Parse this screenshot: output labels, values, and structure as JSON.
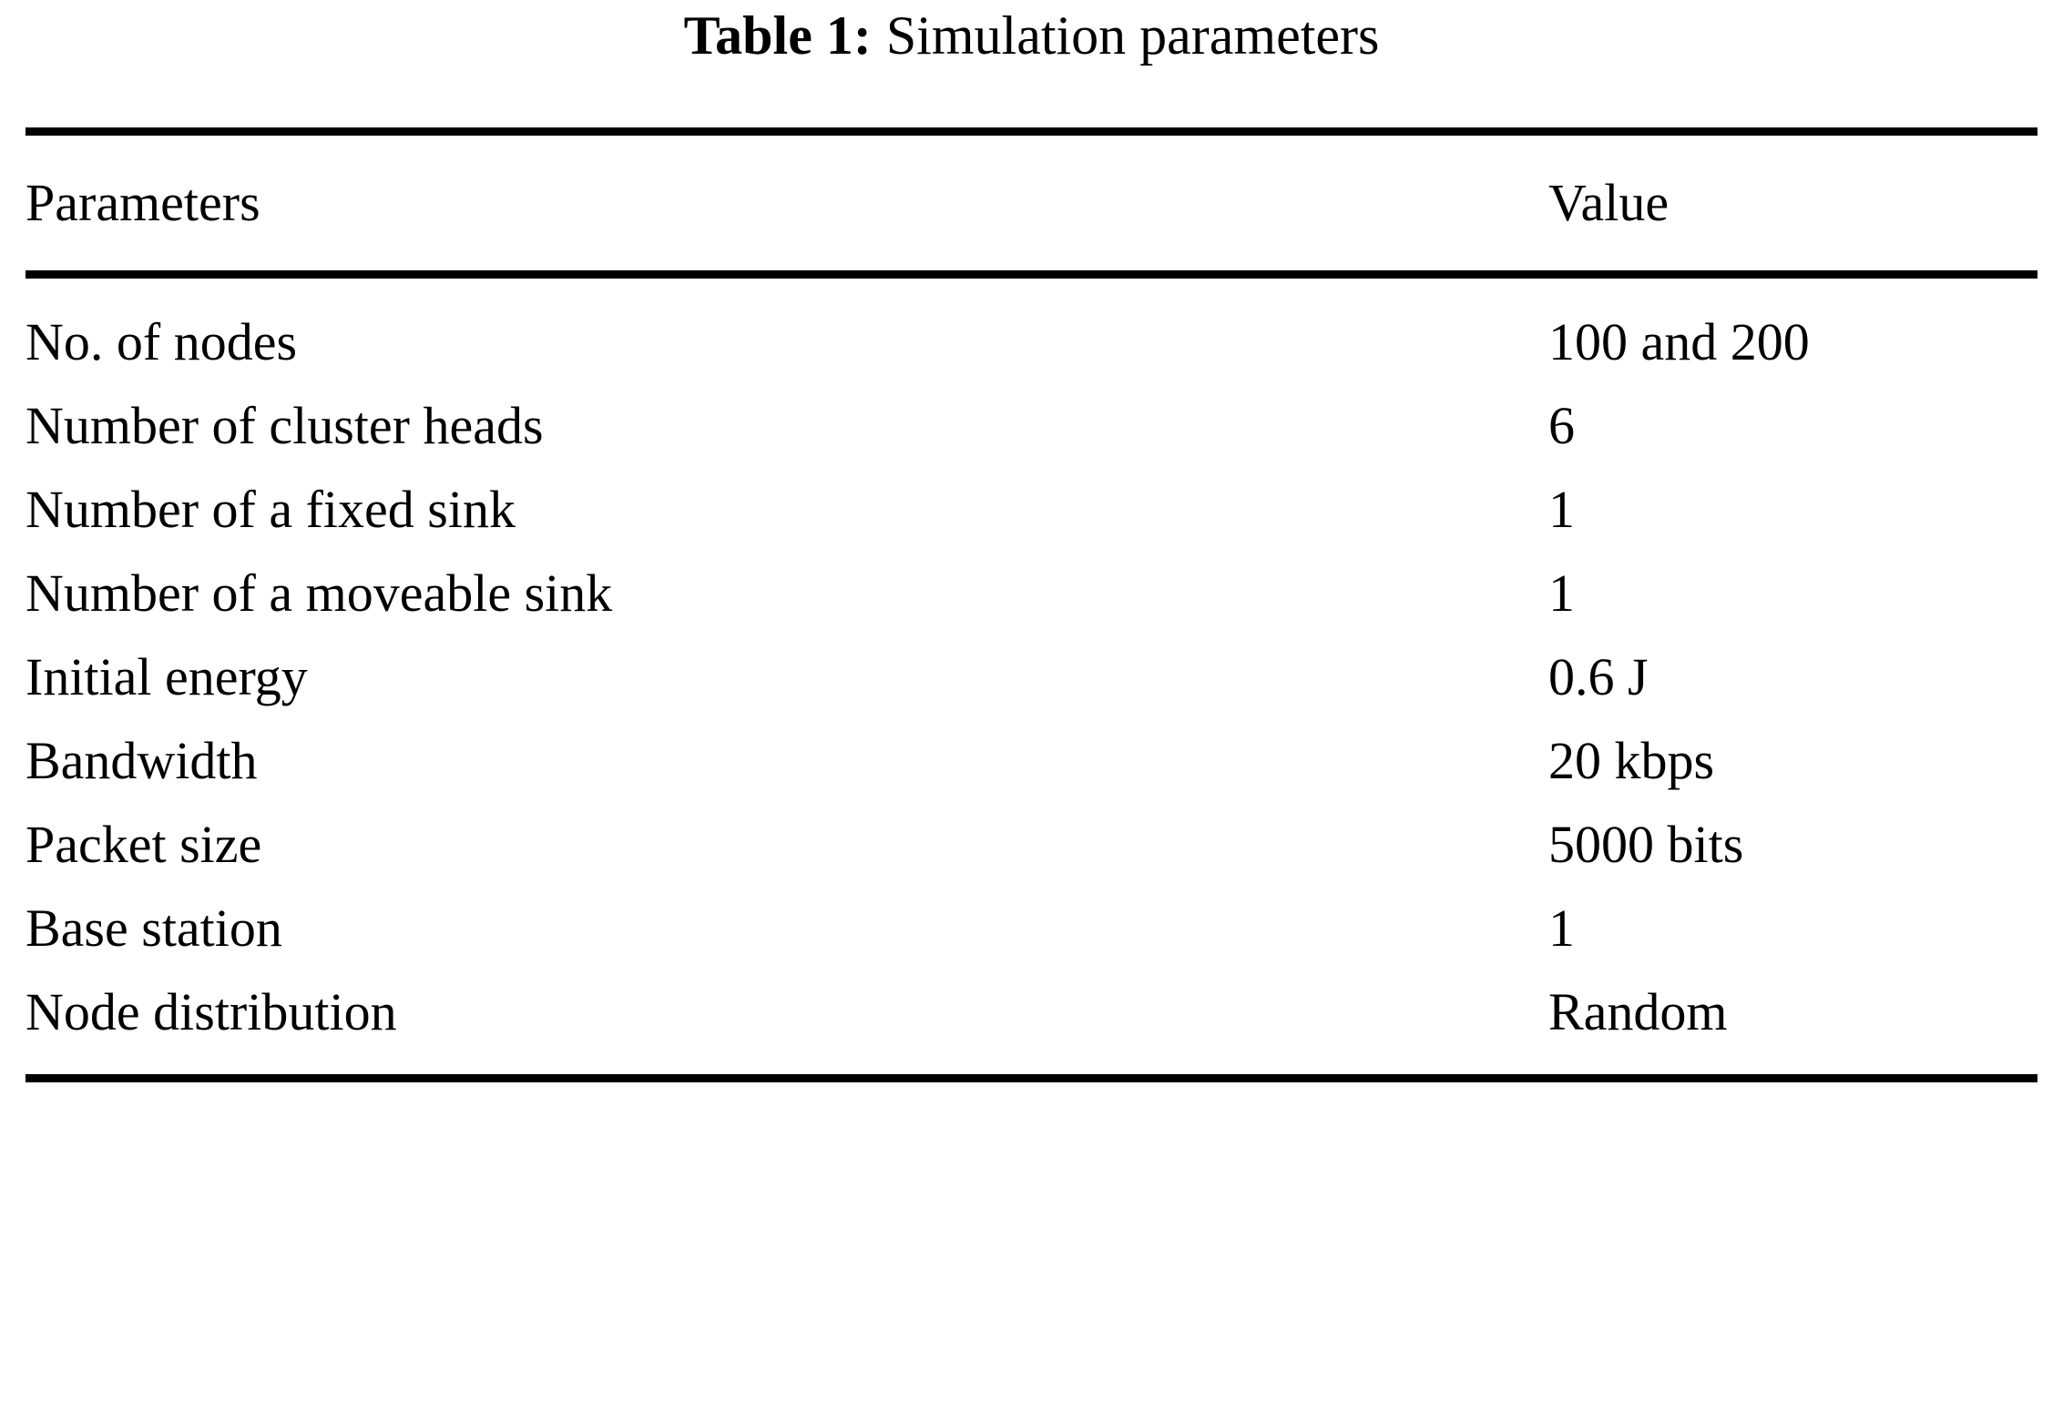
{
  "caption": {
    "label": "Table 1:",
    "text": "Simulation parameters"
  },
  "table": {
    "columns": [
      "Parameters",
      "Value"
    ],
    "rows": [
      {
        "parameter": "No. of nodes",
        "value": "100 and 200"
      },
      {
        "parameter": "Number of cluster heads",
        "value": "6"
      },
      {
        "parameter": "Number of a fixed sink",
        "value": "1"
      },
      {
        "parameter": "Number of a moveable sink",
        "value": "1"
      },
      {
        "parameter": "Initial energy",
        "value": "0.6 J"
      },
      {
        "parameter": "Bandwidth",
        "value": "20 kbps"
      },
      {
        "parameter": "Packet size",
        "value": "5000 bits"
      },
      {
        "parameter": "Base station",
        "value": "1"
      },
      {
        "parameter": "Node distribution",
        "value": "Random"
      }
    ]
  },
  "colors": {
    "text": "#000000",
    "background": "#ffffff",
    "rule": "#000000"
  }
}
